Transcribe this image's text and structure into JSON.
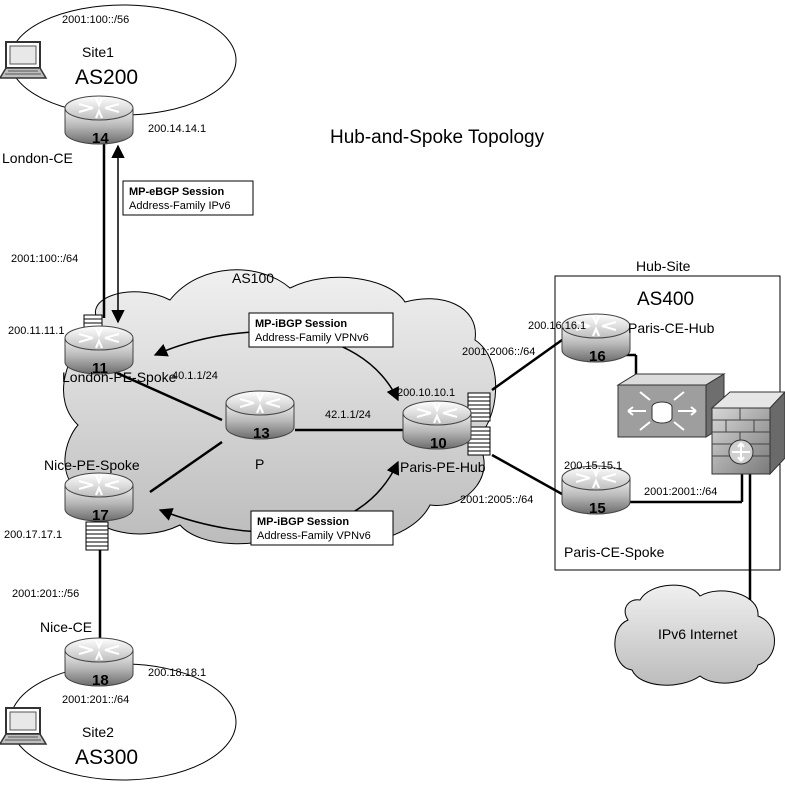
{
  "title": "Hub-and-Spoke Topology",
  "site1": {
    "prefix": "2001:100::/56",
    "site": "Site1",
    "as": "AS200"
  },
  "site2": {
    "prefix": "2001:201::/64",
    "site": "Site2",
    "as": "AS300"
  },
  "cloud_as": "AS100",
  "hub_site": {
    "label": "Hub-Site",
    "as": "AS400"
  },
  "internet": "IPv6 Internet",
  "routers": {
    "london_ce": {
      "num": "14",
      "name": "London-CE",
      "ip": "200.14.14.1"
    },
    "london_pe": {
      "num": "11",
      "name": "London-PE-Spoke",
      "ip": "200.11.11.1"
    },
    "p": {
      "num": "13",
      "name": "P"
    },
    "nice_pe": {
      "num": "17",
      "name": "Nice-PE-Spoke",
      "ip": "200.17.17.1"
    },
    "nice_ce": {
      "num": "18",
      "name": "Nice-CE",
      "ip": "200.18.18.1"
    },
    "paris_pe": {
      "num": "10",
      "name": "Paris-PE-Hub",
      "ip": "200.10.10.1"
    },
    "paris_ce_hub": {
      "num": "16",
      "name": "Paris-CE-Hub",
      "ip": "200.16.16.1"
    },
    "paris_ce_spoke": {
      "num": "15",
      "name": "Paris-CE-Spoke",
      "ip": "200.15.15.1"
    }
  },
  "links": {
    "london": "2001:100::/64",
    "p_london": "40.1.1/24",
    "p_paris": "42.1.1/24",
    "nice": "2001:201::/56",
    "hub": "2001:2006::/64",
    "spoke": "2001:2005::/64",
    "fw": "2001:2001::/64"
  },
  "sessions": {
    "ebgp": {
      "title": "MP-eBGP Session",
      "sub": "Address-Family IPv6"
    },
    "ibgp1": {
      "title": "MP-iBGP Session",
      "sub": "Address-Family VPNv6"
    },
    "ibgp2": {
      "title": "MP-iBGP Session",
      "sub": "Address-Family VPNv6"
    }
  }
}
